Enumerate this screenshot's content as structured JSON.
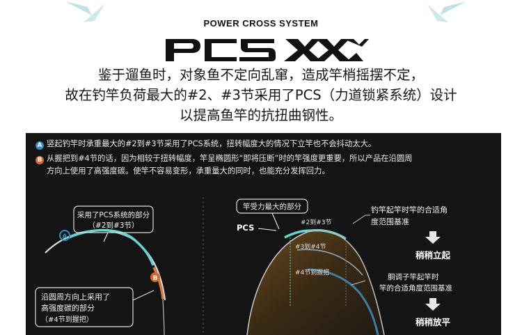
{
  "header": {
    "subtitle": "POWER CROSS SYSTEM",
    "logo_text": "PCS XXX"
  },
  "headline": {
    "lines": [
      "鉴于遛鱼时，对象鱼不定向乱窜，造成竿梢摇摆不定，",
      "故在钓竿负荷最大的#2、#3节采用了PCS（力道锁紧系统）设计",
      "以提高鱼竿的抗扭曲钢性。"
    ]
  },
  "panel": {
    "note_a_marker": "A",
    "note_a": "竖起钓竿时承重最大的#2到#3节采用了PCS系统，扭转幅度大的情况下立竿也不会抖动太大。",
    "note_b_marker": "B",
    "note_b_line1": "从握把到#4节的话，因为相较于扭转幅度，竿呈椭圆形“即将压断”时的竿强度更重要，所以产品在沿圆周",
    "note_b_line2": "方向上使用了高强度碳。使竿不容易变形，承重量大的同时，也能充分发挥回力。",
    "left_diagram": {
      "marker_a": "A",
      "marker_b": "B",
      "callout_top_line1": "采用了PCS系统的部分",
      "callout_top_line2": "（#2到#3节）",
      "callout_bottom_line1": "沿圆周方向上采用了",
      "callout_bottom_line2": "高强度碳的部分",
      "callout_bottom_line3": "（#4节到握把）"
    },
    "right_diagram": {
      "max_force_label": "竿受力最大的部分",
      "pcs_label": "PCS",
      "seg_2_3": "#2到#3节",
      "seg_3_4": "#3到#4节",
      "seg_4_grip": "#4节到握把",
      "angle_label_line1": "钓竿起竿时竿的合适角",
      "angle_label_line2": "度范围基准",
      "raise_label": "稍稍立起",
      "tune_label_line1": "胴调子竿起竿时",
      "tune_label_line2": "竿的合适角度范围基准",
      "lower_label": "稍稍放平"
    }
  },
  "colors": {
    "panel_bg": "#141414",
    "pcs_cyan": "#5fd6d0",
    "carbon_orange": "#e0763a",
    "badge_blue": "#2f8fc0",
    "band_blue": "#3d7fa3",
    "decor_arrow": "#bfe3e3"
  }
}
